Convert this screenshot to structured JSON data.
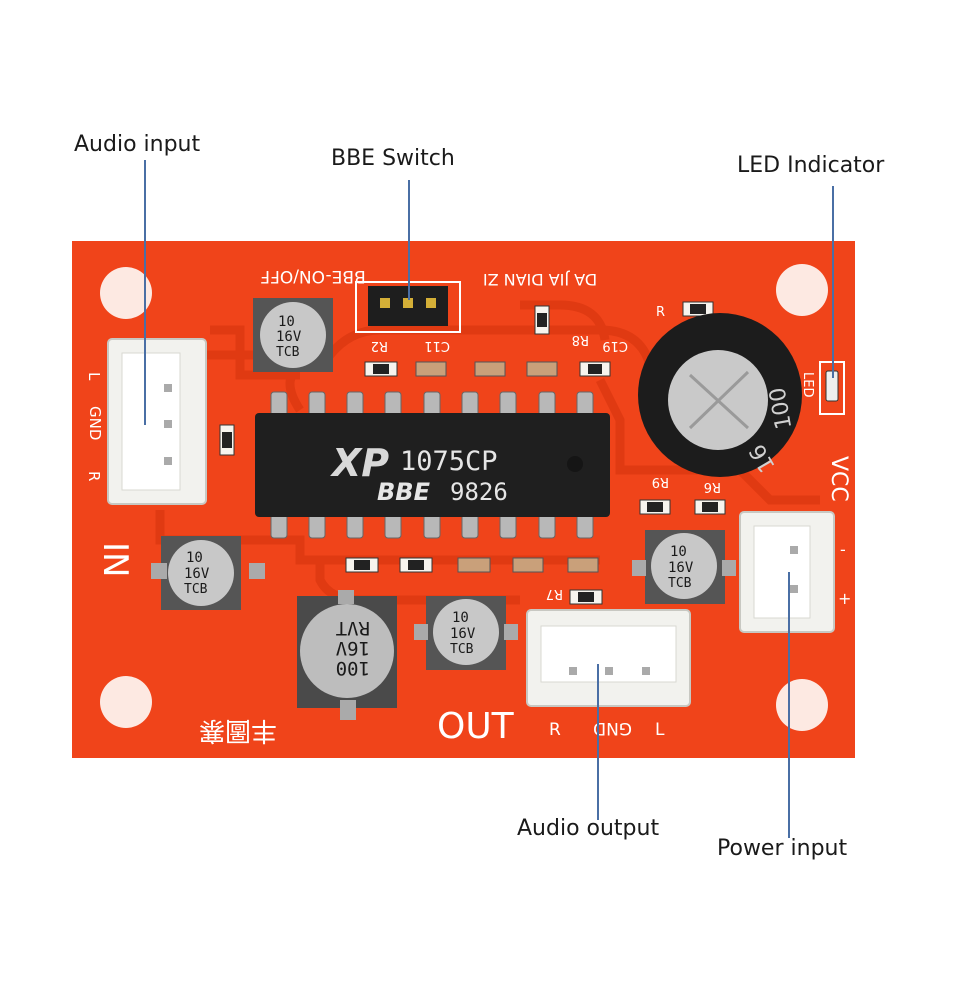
{
  "callouts": {
    "audio_input": "Audio input",
    "bbe_switch": "BBE Switch",
    "led_indicator": "LED Indicator",
    "audio_output": "Audio output",
    "power_input": "Power input"
  },
  "silkscreen": {
    "bbe_onoff": "BBE-ON/OFF",
    "maker": "DA JIA DIAN ZI",
    "r": "R",
    "r2": "R2",
    "c11": "C11",
    "r8": "R8",
    "c19": "C19",
    "r9": "R9",
    "r6": "R6",
    "r7": "R7",
    "led": "LED",
    "vcc": "VCC",
    "minus": "-",
    "plus": "+",
    "in_l": "L",
    "in_gnd": "GND",
    "in_r": "R",
    "in": "IN",
    "out": "OUT",
    "out_r": "R",
    "out_gnd": "GND",
    "out_l": "L",
    "chinese_mark": "丰圖寨"
  },
  "chip": {
    "model": "1075CP",
    "logo": "XP",
    "brand": "BBE",
    "batch": "9826"
  },
  "capacitors": {
    "small_value": "10",
    "small_voltage": "16V",
    "small_brand": "TCB",
    "big_value": "100",
    "big_voltage": "16V",
    "big_brand": "RVT",
    "bulk_value": "100",
    "bulk_voltage": "16"
  },
  "colors": {
    "board": "#f0441a",
    "callout_line": "#4a6fa5",
    "connector": "#f2f2ee"
  }
}
